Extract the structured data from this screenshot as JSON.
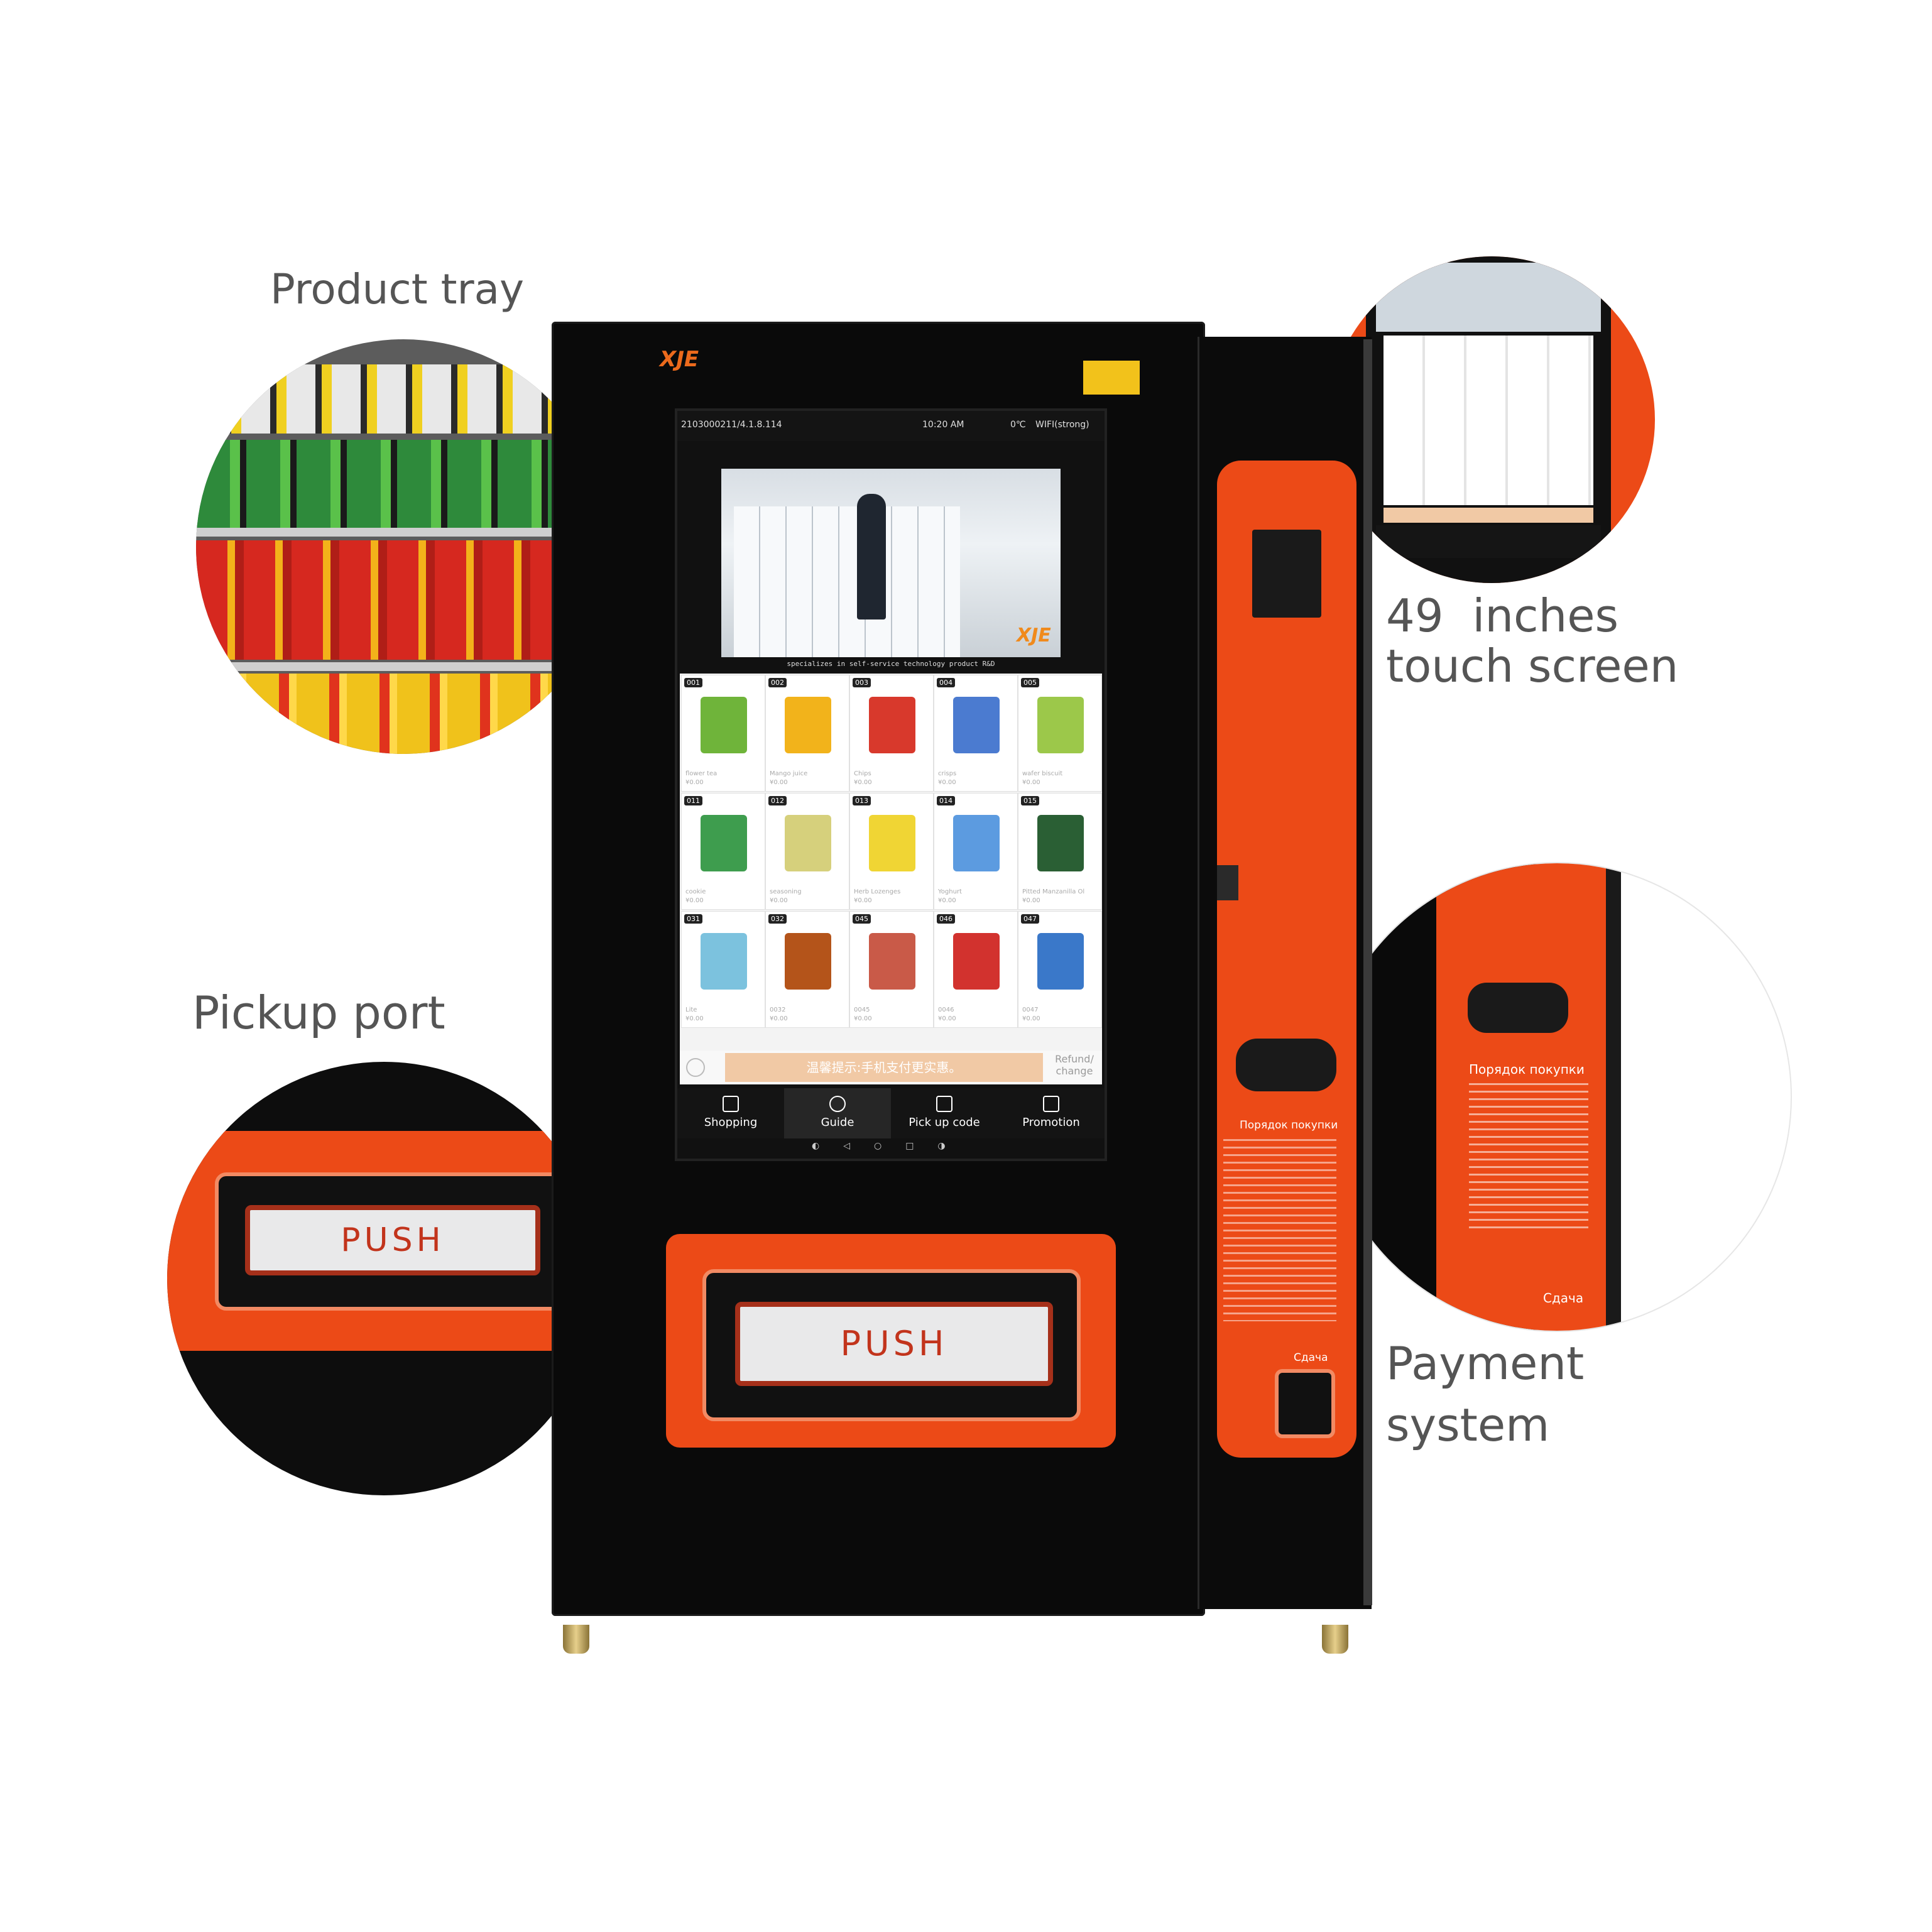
{
  "labels": {
    "product_tray": "Product tray",
    "touch_screen_line1": "49  inches",
    "touch_screen_line2": "touch screen",
    "pickup_port": "Pickup port",
    "payment_line1": "Payment",
    "payment_line2": "system"
  },
  "machine": {
    "brand": "XJE",
    "push_label": "PUSH",
    "change_label": "Сдача",
    "panel_title": "Порядок покупки"
  },
  "screen": {
    "device_id": "2103000211/4.1.8.114",
    "time": "10:20 AM",
    "temperature": "0℃",
    "wifi": "WIFI(strong)",
    "video_caption": "specializes in self-service technology product R&D",
    "notice": "温馨提示:手机支付更实惠。",
    "refund": "Refund/ change",
    "products": [
      {
        "code": "001",
        "name": "flower tea",
        "price": "¥0.00",
        "color": "#6fb43a"
      },
      {
        "code": "002",
        "name": "Mango juice",
        "price": "¥0.00",
        "color": "#f2b31b"
      },
      {
        "code": "003",
        "name": "Chips",
        "price": "¥0.00",
        "color": "#d8392c"
      },
      {
        "code": "004",
        "name": "crisps",
        "price": "¥0.00",
        "color": "#4b7bd0"
      },
      {
        "code": "005",
        "name": "wafer biscuit",
        "price": "¥0.00",
        "color": "#9cc84a"
      },
      {
        "code": "011",
        "name": "cookie",
        "price": "¥0.00",
        "color": "#3e9d4e"
      },
      {
        "code": "012",
        "name": "seasoning",
        "price": "¥0.00",
        "color": "#d6d07c"
      },
      {
        "code": "013",
        "name": "Herb Lozenges",
        "price": "¥0.00",
        "color": "#f0d534"
      },
      {
        "code": "014",
        "name": "Yoghurt",
        "price": "¥0.00",
        "color": "#5c9be0"
      },
      {
        "code": "015",
        "name": "Pitted Manzanilla Ol",
        "price": "¥0.00",
        "color": "#2a5f34"
      },
      {
        "code": "031",
        "name": "Lite",
        "price": "¥0.00",
        "color": "#7cc2de"
      },
      {
        "code": "032",
        "name": "0032",
        "price": "¥0.00",
        "color": "#b4541a"
      },
      {
        "code": "045",
        "name": "0045",
        "price": "¥0.00",
        "color": "#c95a48"
      },
      {
        "code": "046",
        "name": "0046",
        "price": "¥0.00",
        "color": "#d2322e"
      },
      {
        "code": "047",
        "name": "0047",
        "price": "¥0.00",
        "color": "#3a78c9"
      }
    ],
    "nav": [
      "Shopping",
      "Guide",
      "Pick up code",
      "Promotion"
    ]
  },
  "colors": {
    "accent_orange": "#ec4a17",
    "cabinet_black": "#0a0a0a",
    "label_gray": "#555555"
  }
}
